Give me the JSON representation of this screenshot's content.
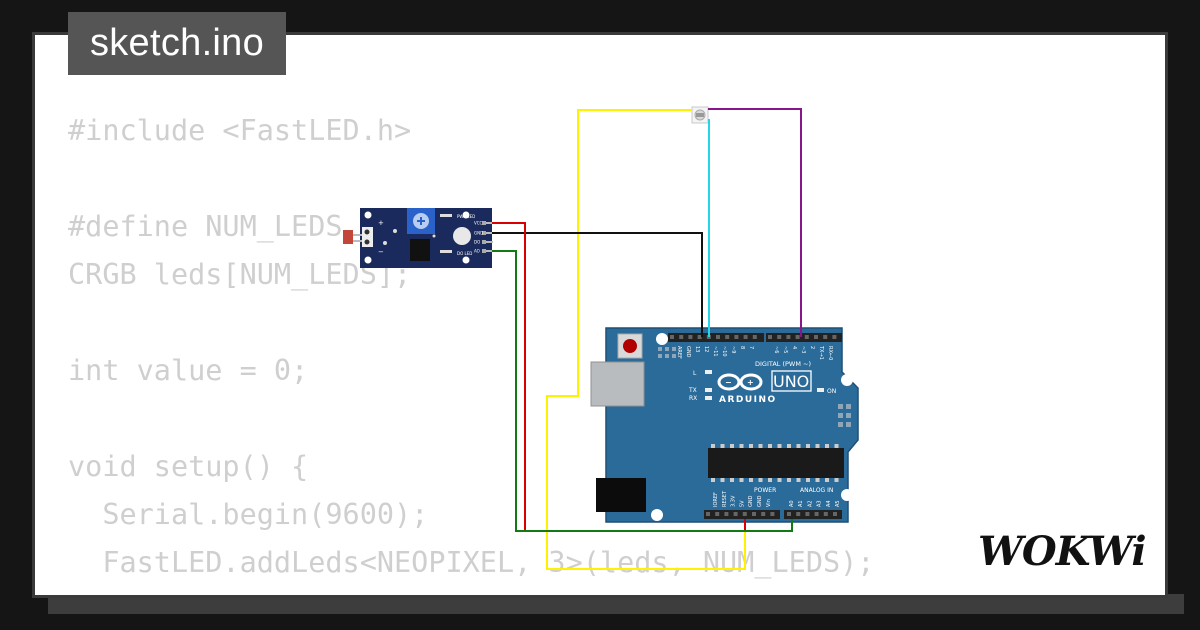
{
  "sketch": {
    "filename": "sketch.ino",
    "code_lines": [
      "#include <FastLED.h>",
      "",
      "#define NUM_LEDS 3",
      "CRGB leds[NUM_LEDS];",
      "",
      "int value = 0;",
      "",
      "void setup() {",
      "  Serial.begin(9600);",
      "  FastLED.addLeds<NEOPIXEL, 3>(leds, NUM_LEDS);",
      "}"
    ]
  },
  "arduino": {
    "brand": "ARDUINO",
    "model": "UNO",
    "digital_label": "DIGITAL (PWM ~)",
    "power_label": "POWER",
    "analog_label": "ANALOG IN",
    "on_label": "ON",
    "l_label": "L",
    "tx_label": "TX",
    "rx_label": "RX",
    "digital_pins": [
      "AREF",
      "GND",
      "13",
      "12",
      "~11",
      "~10",
      "~9",
      "8",
      "7",
      "~6",
      "~5",
      "4",
      "~3",
      "2",
      "TX→1",
      "RX←0"
    ],
    "power_pins": [
      "IOREF",
      "RESET",
      "3.3V",
      "5V",
      "GND",
      "GND",
      "Vin"
    ],
    "analog_pins": [
      "A0",
      "A1",
      "A2",
      "A3",
      "A4",
      "A5"
    ]
  },
  "sensor": {
    "pins": [
      "VCC",
      "GND",
      "DO",
      "AO"
    ],
    "led_labels": [
      "PWR LED",
      "DO LED"
    ],
    "polarity": [
      "+",
      "−"
    ]
  },
  "wires": {
    "colors": {
      "yellow": "#fff200",
      "cyan": "#25d6e8",
      "purple": "#8a148a",
      "black": "#111111",
      "red": "#d80000",
      "green": "#137a13"
    }
  },
  "brand_logo": "WOKWi",
  "colors": {
    "board": "#2b6b9a",
    "sensor": "#1b2a5c",
    "badge": "#555555",
    "code_text": "#cfcfcf"
  }
}
